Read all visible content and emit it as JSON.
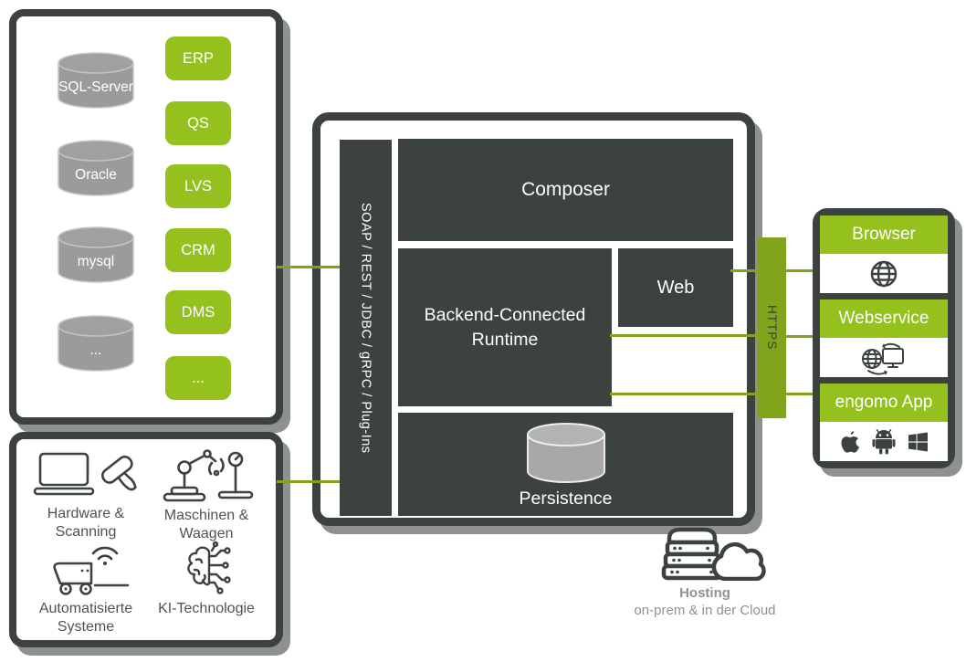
{
  "palette": {
    "green": "#94c11e",
    "olive_green": "#80a41c",
    "dark": "#3c4240",
    "cylinder_gray": "#9b9b9b"
  },
  "sources": {
    "databases": [
      {
        "label": "SQL-Server"
      },
      {
        "label": "Oracle"
      },
      {
        "label": "mysql"
      },
      {
        "label": "..."
      }
    ],
    "systems": [
      {
        "label": "ERP"
      },
      {
        "label": "QS"
      },
      {
        "label": "LVS"
      },
      {
        "label": "CRM"
      },
      {
        "label": "DMS"
      },
      {
        "label": "..."
      }
    ]
  },
  "devices": [
    {
      "label": "Hardware &\nScanning"
    },
    {
      "label": "Maschinen &\nWaagen"
    },
    {
      "label": "Automatisierte\nSysteme"
    },
    {
      "label": "KI-Technologie"
    }
  ],
  "platform": {
    "protocols": "SOAP / REST / JDBC / gRPC / Plug-Ins",
    "composer": "Composer",
    "runtime": "Backend-Connected\nRuntime",
    "web": "Web",
    "persistence": "Persistence"
  },
  "transport": {
    "label": "HTTPS"
  },
  "clients": [
    {
      "title": "Browser"
    },
    {
      "title": "Webservice"
    },
    {
      "title": "engomo App"
    }
  ],
  "hosting": {
    "title": "Hosting",
    "subtitle": "on-prem & in der Cloud"
  }
}
